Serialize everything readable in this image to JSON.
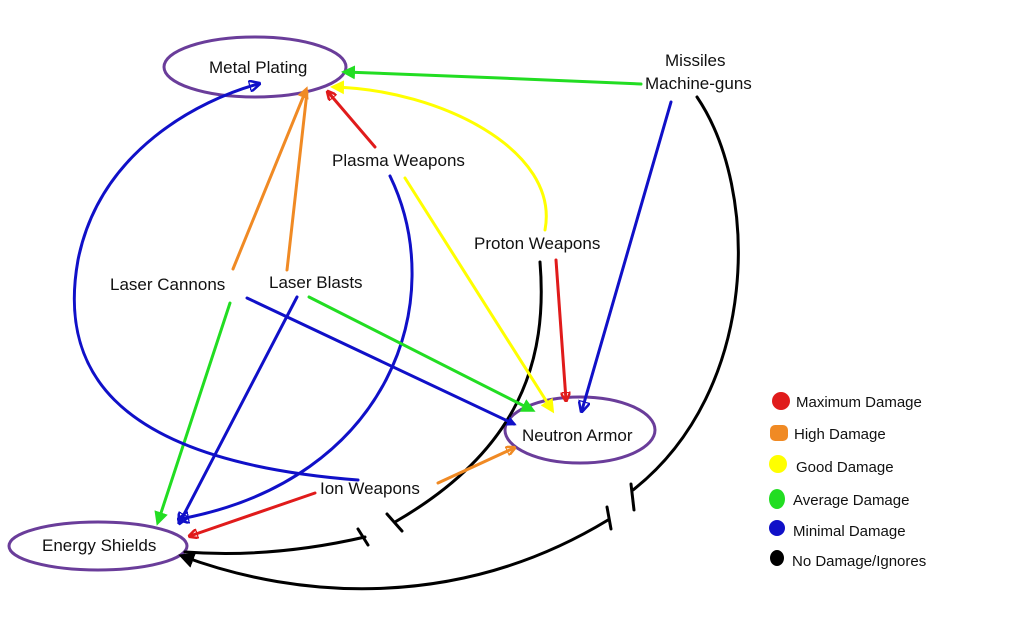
{
  "colors": {
    "maximum": "#e01b1b",
    "high": "#f08a24",
    "good": "#ffff00",
    "average": "#22dd22",
    "minimal": "#1010c8",
    "none": "#000000",
    "node_outline": "#6a3d9a"
  },
  "nodes": {
    "metal_plating": "Metal Plating",
    "neutron_armor": "Neutron Armor",
    "energy_shields": "Energy Shields",
    "missiles": "Missiles",
    "machine_guns": "Machine-guns",
    "plasma": "Plasma Weapons",
    "proton": "Proton Weapons",
    "laser_cannons": "Laser Cannons",
    "laser_blasts": "Laser Blasts",
    "ion": "Ion Weapons"
  },
  "legend": [
    {
      "key": "maximum",
      "label": "Maximum Damage"
    },
    {
      "key": "high",
      "label": "High Damage"
    },
    {
      "key": "good",
      "label": "Good Damage"
    },
    {
      "key": "average",
      "label": "Average Damage"
    },
    {
      "key": "minimal",
      "label": "Minimal Damage"
    },
    {
      "key": "none",
      "label": "No Damage/Ignores"
    }
  ],
  "relations": [
    {
      "from": "Missiles / Machine-guns",
      "to": "Metal Plating",
      "level": "average"
    },
    {
      "from": "Missiles / Machine-guns",
      "to": "Neutron Armor",
      "level": "minimal"
    },
    {
      "from": "Missiles / Machine-guns",
      "to": "Energy Shields",
      "level": "none"
    },
    {
      "from": "Plasma Weapons",
      "to": "Metal Plating",
      "level": "maximum"
    },
    {
      "from": "Plasma Weapons",
      "to": "Neutron Armor",
      "level": "good"
    },
    {
      "from": "Plasma Weapons",
      "to": "Energy Shields",
      "level": "minimal"
    },
    {
      "from": "Proton Weapons",
      "to": "Metal Plating",
      "level": "good"
    },
    {
      "from": "Proton Weapons",
      "to": "Neutron Armor",
      "level": "maximum"
    },
    {
      "from": "Proton Weapons",
      "to": "Energy Shields",
      "level": "none"
    },
    {
      "from": "Laser Cannons",
      "to": "Metal Plating",
      "level": "high"
    },
    {
      "from": "Laser Cannons",
      "to": "Neutron Armor",
      "level": "minimal"
    },
    {
      "from": "Laser Cannons",
      "to": "Energy Shields",
      "level": "average"
    },
    {
      "from": "Laser Blasts",
      "to": "Metal Plating",
      "level": "high"
    },
    {
      "from": "Laser Blasts",
      "to": "Neutron Armor",
      "level": "average"
    },
    {
      "from": "Laser Blasts",
      "to": "Energy Shields",
      "level": "minimal"
    },
    {
      "from": "Ion Weapons",
      "to": "Metal Plating",
      "level": "minimal"
    },
    {
      "from": "Ion Weapons",
      "to": "Neutron Armor",
      "level": "high"
    },
    {
      "from": "Ion Weapons",
      "to": "Energy Shields",
      "level": "maximum"
    }
  ]
}
